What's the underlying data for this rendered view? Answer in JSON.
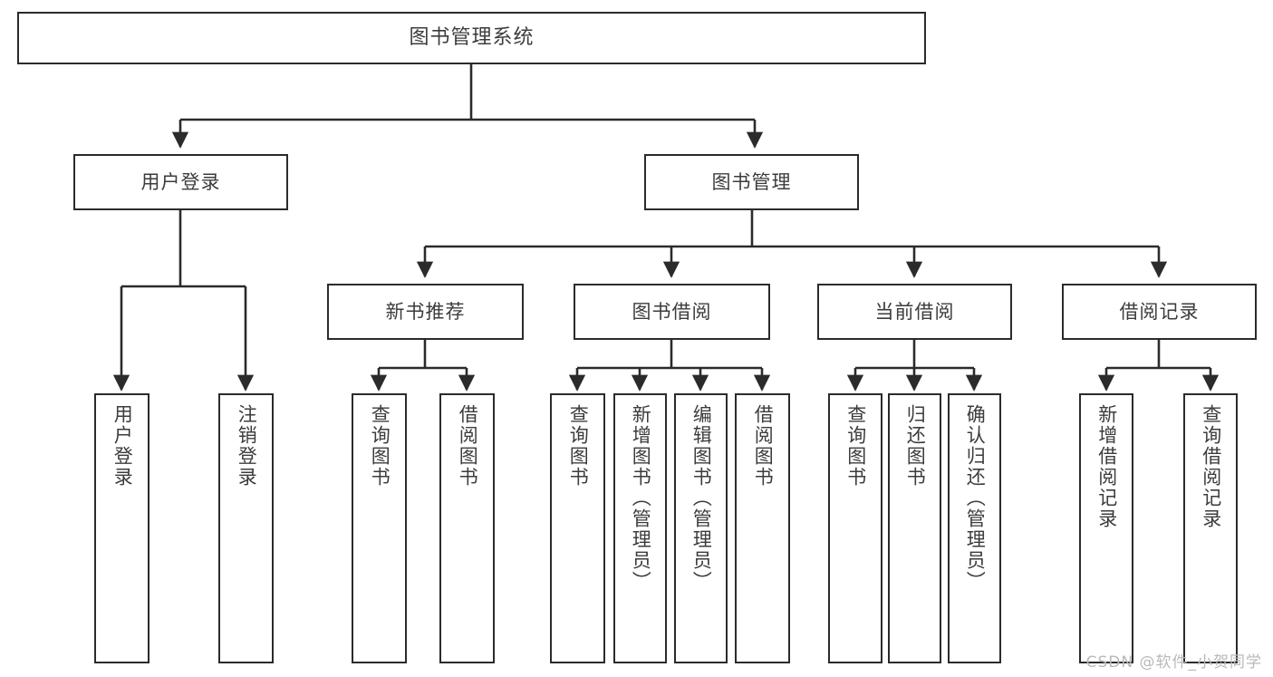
{
  "diagram": {
    "title": "图书管理系统",
    "colors": {
      "box_stroke": "#2b2b2b",
      "box_fill": "#ffffff",
      "connector": "#2b2b2b",
      "text": "#3c3c3c",
      "watermark": "#b9b9b9"
    },
    "root": {
      "label": "图书管理系统"
    },
    "level2": [
      {
        "label": "用户登录"
      },
      {
        "label": "图书管理"
      }
    ],
    "level3": [
      {
        "label": "新书推荐"
      },
      {
        "label": "图书借阅"
      },
      {
        "label": "当前借阅"
      },
      {
        "label": "借阅记录"
      }
    ],
    "leaves": {
      "user_login": [
        {
          "label": "用户登录"
        },
        {
          "label": "注销登录"
        }
      ],
      "new_book_recommend": [
        {
          "label": "查询图书"
        },
        {
          "label": "借阅图书"
        }
      ],
      "book_borrow": [
        {
          "label": "查询图书"
        },
        {
          "label": "新增图书（管理员）"
        },
        {
          "label": "编辑图书（管理员）"
        },
        {
          "label": "借阅图书"
        }
      ],
      "current_borrow": [
        {
          "label": "查询图书"
        },
        {
          "label": "归还图书"
        },
        {
          "label": "确认归还（管理员）"
        }
      ],
      "borrow_record": [
        {
          "label": "新增借阅记录"
        },
        {
          "label": "查询借阅记录"
        }
      ]
    },
    "watermark": "CSDN @软件_小贺同学"
  }
}
